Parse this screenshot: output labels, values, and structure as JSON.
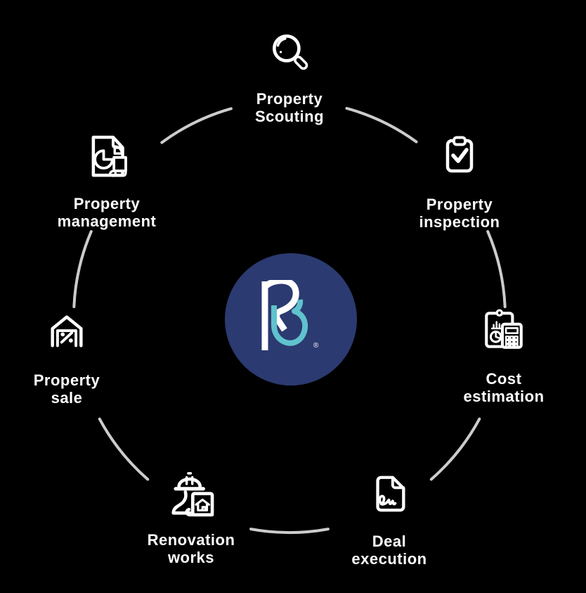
{
  "diagram": {
    "background_color": "#000000",
    "arc_color": "#cccccc",
    "text_color": "#ffffff",
    "center": {
      "brand_letter": "B",
      "registered_mark": "®",
      "circle_color": "#2b3a70",
      "letter_primary_color": "#ffffff",
      "letter_secondary_color": "#5fc2cd"
    },
    "nodes": [
      {
        "id": "property-scouting",
        "icon": "magnifier-search-icon",
        "lines": [
          "Property",
          "Scouting"
        ]
      },
      {
        "id": "property-inspection",
        "icon": "clipboard-check-icon",
        "lines": [
          "Property",
          "inspection"
        ]
      },
      {
        "id": "cost-estimation",
        "icon": "clipboard-calculator-icon",
        "lines": [
          "Cost",
          "estimation"
        ]
      },
      {
        "id": "deal-execution",
        "icon": "signed-document-icon",
        "lines": [
          "Deal",
          "execution"
        ]
      },
      {
        "id": "renovation-works",
        "icon": "construction-worker-plan-icon",
        "lines": [
          "Renovation",
          "works"
        ]
      },
      {
        "id": "property-sale",
        "icon": "house-percent-icon",
        "lines": [
          "Property",
          "sale"
        ]
      },
      {
        "id": "property-management",
        "icon": "document-pie-chart-icon",
        "lines": [
          "Property",
          "management"
        ]
      }
    ]
  }
}
